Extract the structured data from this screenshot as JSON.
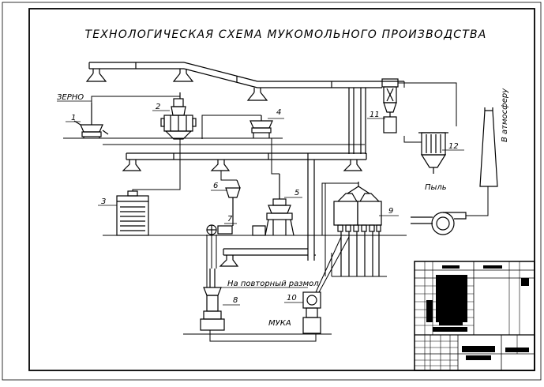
{
  "title": "ТЕХНОЛОГИЧЕСКАЯ СХЕМА МУКОМОЛЬНОГО ПРОИЗВОДСТВА",
  "labels": {
    "grain": "ЗЕРНО",
    "atmosphere": "В атмосферу",
    "dust": "Пыль",
    "regrind": "На повторный размол",
    "flour": "МУКА"
  },
  "equipment_numbers": [
    "1",
    "2",
    "3",
    "4",
    "5",
    "6",
    "7",
    "8",
    "9",
    "10",
    "11",
    "12"
  ],
  "colors": {
    "line": "#000000",
    "background": "#ffffff",
    "redacted": "#000000"
  }
}
